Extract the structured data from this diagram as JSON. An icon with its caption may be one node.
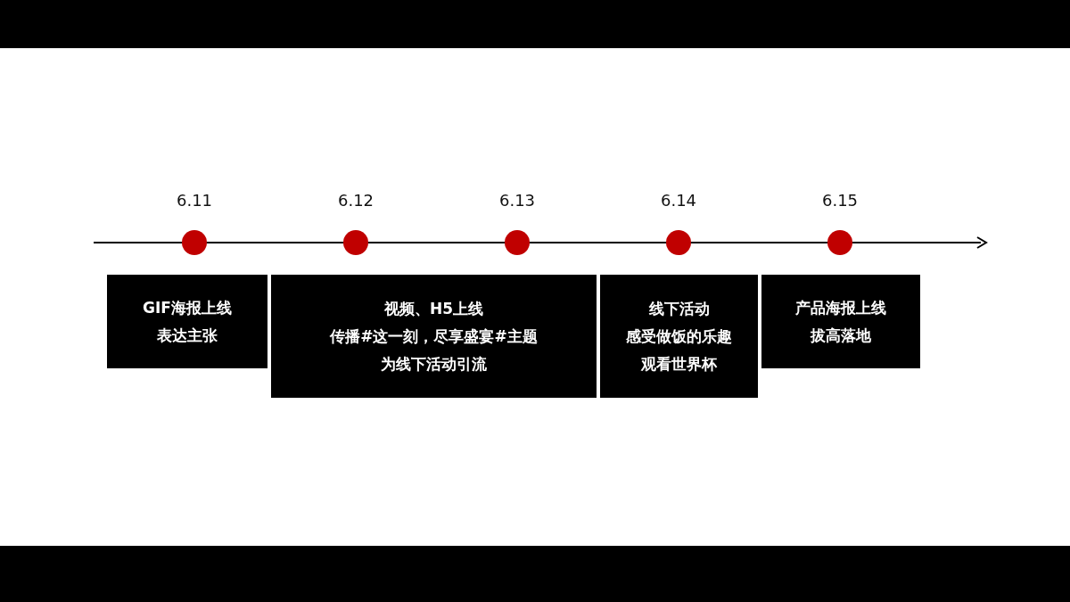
{
  "diagram": {
    "nodes": [
      {
        "text": [
          "6.11"
        ]
      },
      {
        "text": [
          "6.12"
        ]
      },
      {
        "text": [
          "6.13"
        ]
      },
      {
        "text": [
          "6.14"
        ]
      },
      {
        "text": [
          "6.15"
        ]
      },
      {
        "text": [
          "GIF海报上线",
          "表达主张"
        ]
      },
      {
        "text": [
          "视频、H5上线",
          "传播#这一刻，尽享盛宴#主题",
          "为线下活动引流"
        ]
      },
      {
        "text": [
          "线下活动",
          "感受做饭的乐趣",
          "观看世界杯"
        ]
      },
      {
        "text": [
          "产品海报上线",
          "拔高落地"
        ]
      }
    ],
    "edges": []
  }
}
